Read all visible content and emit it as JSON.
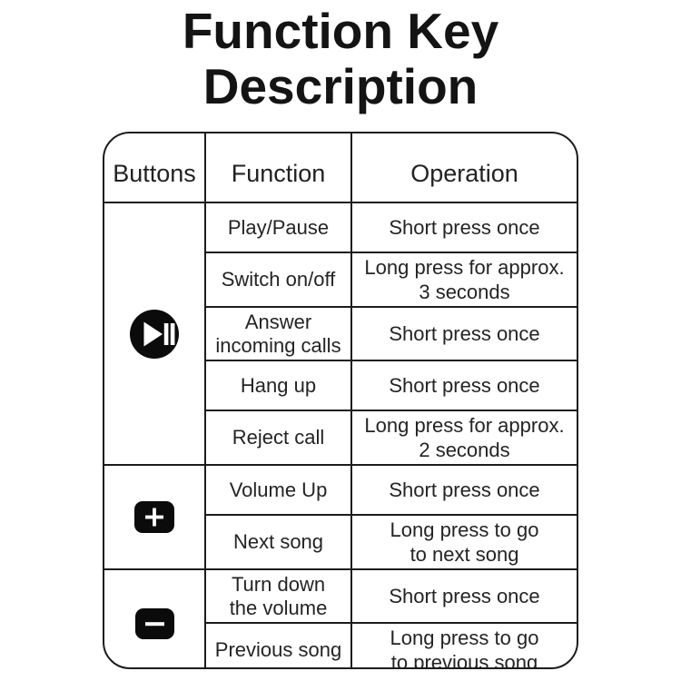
{
  "title": {
    "line1": "Function Key",
    "line2": "Description"
  },
  "table": {
    "headers": [
      "Buttons",
      "Function",
      "Operation"
    ],
    "groups": [
      {
        "icon": "play-pause-icon",
        "rows": [
          {
            "function": "Play/Pause",
            "operation": "Short press once"
          },
          {
            "function": "Switch on/off",
            "operation": "Long press for approx.\n3 seconds"
          },
          {
            "function": "Answer\nincoming calls",
            "operation": "Short press once"
          },
          {
            "function": "Hang up",
            "operation": "Short press once"
          },
          {
            "function": "Reject call",
            "operation": "Long press for approx.\n2 seconds"
          }
        ]
      },
      {
        "icon": "plus-icon",
        "rows": [
          {
            "function": "Volume Up",
            "operation": "Short press once"
          },
          {
            "function": "Next song",
            "operation": "Long press to go\nto next song"
          }
        ]
      },
      {
        "icon": "minus-icon",
        "rows": [
          {
            "function": "Turn down\nthe volume",
            "operation": "Short press once"
          },
          {
            "function": "Previous song",
            "operation": "Long press to go\nto previous song"
          }
        ]
      }
    ]
  },
  "colors": {
    "background": "#ffffff",
    "text": "#1e1e1e",
    "line": "#1c1c1c",
    "icon_bg": "#0b0b0b",
    "icon_glyph": "#ffffff"
  }
}
